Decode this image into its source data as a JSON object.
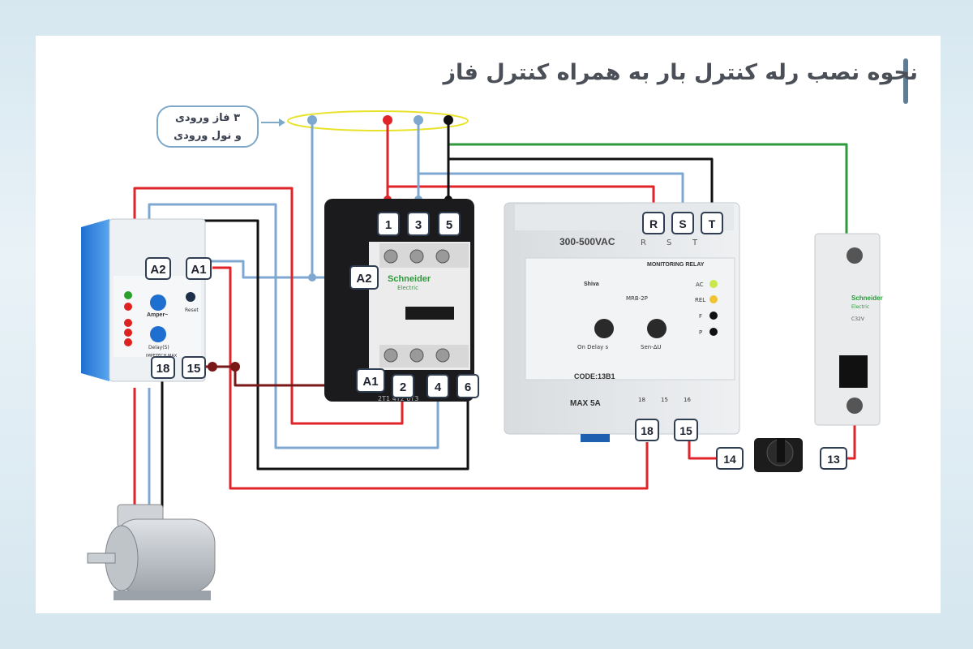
{
  "title": "نحوه نصب رله کنترل بار به همراه کنترل فاز",
  "input_bubble": {
    "line1": "۳ فاز ورودی",
    "line2": "و نول ورودی"
  },
  "overload_relay": {
    "terminals": {
      "a2": "A2",
      "a1": "A1",
      "t18": "18",
      "t15": "15"
    },
    "knob1_label": "Amper~",
    "knob2_label": "Delay(S)",
    "reset_label": "Reset",
    "brand_label": "IMPETECH MAX"
  },
  "contactor": {
    "terminals": {
      "l1": "1",
      "l3": "3",
      "l5": "5",
      "a2": "A2",
      "a1": "A1",
      "t2": "2",
      "t4": "4",
      "t6": "6"
    },
    "brand": "Schneider",
    "brand_sub": "Electric",
    "bottom_marks": "2T1   4T2   6T3"
  },
  "phase_relay": {
    "terminals": {
      "r": "R",
      "s": "S",
      "t": "T",
      "t18": "18",
      "t15": "15"
    },
    "sub_labels": {
      "r": "R",
      "s": "S",
      "t": "T"
    },
    "voltage": "300-500VAC",
    "header": "MONITORING RELAY",
    "brand": "Shiva",
    "model": "MRB-2P",
    "led_ac": "AC",
    "led_rel": "REL",
    "led_f": "F",
    "led_p": "P",
    "knob1": "On Delay s",
    "knob2": "Sen-ΔU",
    "code": "CODE:13B1",
    "max": "MAX 5A",
    "contacts": {
      "c18": "18",
      "c15": "15",
      "c16": "16"
    }
  },
  "selector_terminals": {
    "t14": "14",
    "t13": "13"
  },
  "breaker": {
    "brand": "Schneider",
    "brand_sub": "Electric",
    "rating": "C32V"
  },
  "colors": {
    "red": "#e0242a",
    "blue": "#7fa8d0",
    "black": "#111111",
    "green": "#2e9a3c",
    "label_border": "#2f3e52",
    "ellipse": "#e8e32a"
  }
}
